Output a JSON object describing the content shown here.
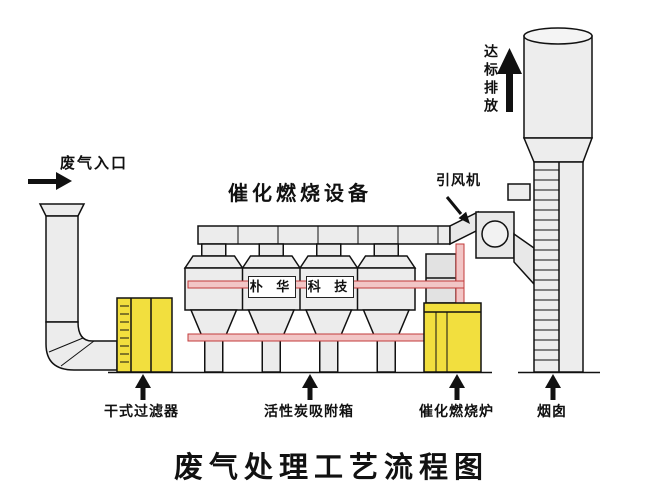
{
  "title": "废气处理工艺流程图",
  "labels": {
    "inlet": "废气入口",
    "equipment": "催化燃烧设备",
    "fan": "引风机",
    "emission": "达标排放",
    "dry_filter": "干式过滤器",
    "carbon_box": "活性炭吸附箱",
    "furnace": "催化燃烧炉",
    "chimney": "烟囱"
  },
  "brand": {
    "left": "朴 华",
    "right": "科 技"
  },
  "colors": {
    "equipment_yellow": "#f2df3e",
    "duct_gray": "#ebebeb",
    "pipe_pink": "#f2c6c6",
    "pipe_red": "#c23b3b"
  }
}
